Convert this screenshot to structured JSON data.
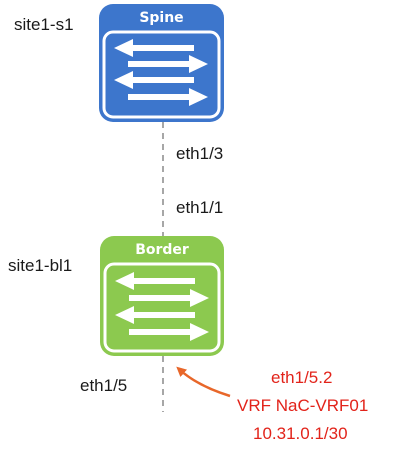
{
  "spine": {
    "hostname": "site1-s1",
    "title": "Spine",
    "port": "eth1/3",
    "color": "#3d76cc"
  },
  "border": {
    "hostname": "site1-bl1",
    "title": "Border",
    "uplink_port": "eth1/1",
    "downlink_port": "eth1/5",
    "color": "#8cc94f"
  },
  "annotation": {
    "interface": "eth1/5.2",
    "vrf": "VRF NaC-VRF01",
    "ip": "10.31.0.1/30",
    "color": "#e2231a",
    "arrow_color": "#e8672a"
  }
}
